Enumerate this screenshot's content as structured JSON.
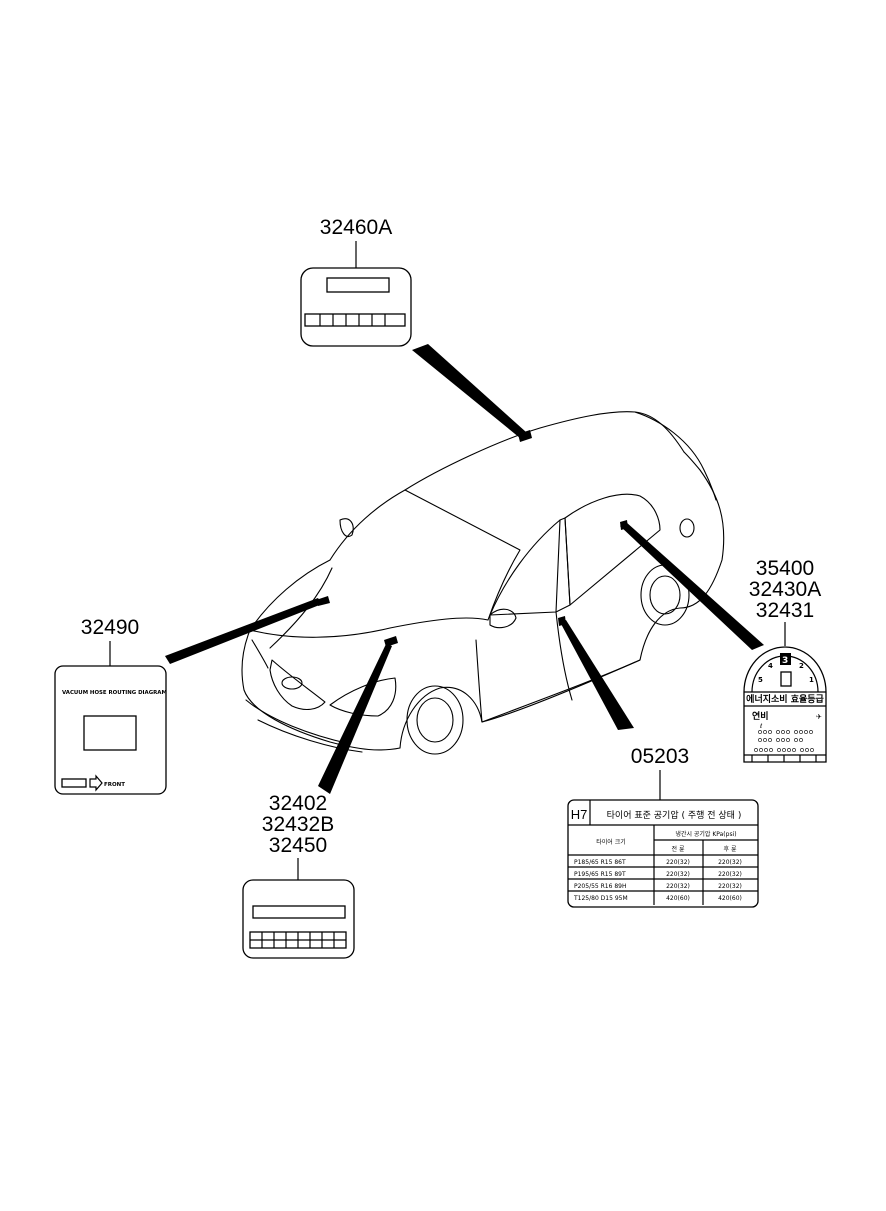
{
  "callouts": [
    {
      "id": "top",
      "part_numbers": [
        "32460A"
      ]
    },
    {
      "id": "left",
      "part_numbers": [
        "32490"
      ]
    },
    {
      "id": "bottom-left",
      "part_numbers": [
        "32402",
        "32432B",
        "32450"
      ]
    },
    {
      "id": "right",
      "part_numbers": [
        "35400",
        "32430A",
        "32431"
      ]
    },
    {
      "id": "bottom-right",
      "part_numbers": [
        "05203"
      ]
    }
  ],
  "vacuum_label": {
    "title": "VACUUM HOSE ROUTING DIAGRAM",
    "front_text": "FRONT"
  },
  "tire_label": {
    "code": "H7",
    "title": "타이어  표준  공기압 ( 주행  전  상태 )",
    "col_size": "타이어  크기",
    "col_pressure": "냉간시  공기압  KPa(psi)",
    "col_front": "전       륜",
    "col_rear": "후       륜",
    "rows": [
      {
        "size": "P185/65  R15  86T",
        "front": "220(32)",
        "rear": "220(32)"
      },
      {
        "size": "P195/65  R15  89T",
        "front": "220(32)",
        "rear": "220(32)"
      },
      {
        "size": "P205/55  R16  89H",
        "front": "220(32)",
        "rear": "220(32)"
      },
      {
        "size": "T125/80  D15  95M",
        "front": "420(60)",
        "rear": "420(60)"
      }
    ]
  },
  "energy_label": {
    "grade_numbers": [
      "1",
      "2",
      "3",
      "4",
      "5"
    ],
    "highlight_grade": "3",
    "title": "에너지소비 효율등급",
    "fuel_economy": "연비",
    "unit": "ℓ"
  }
}
